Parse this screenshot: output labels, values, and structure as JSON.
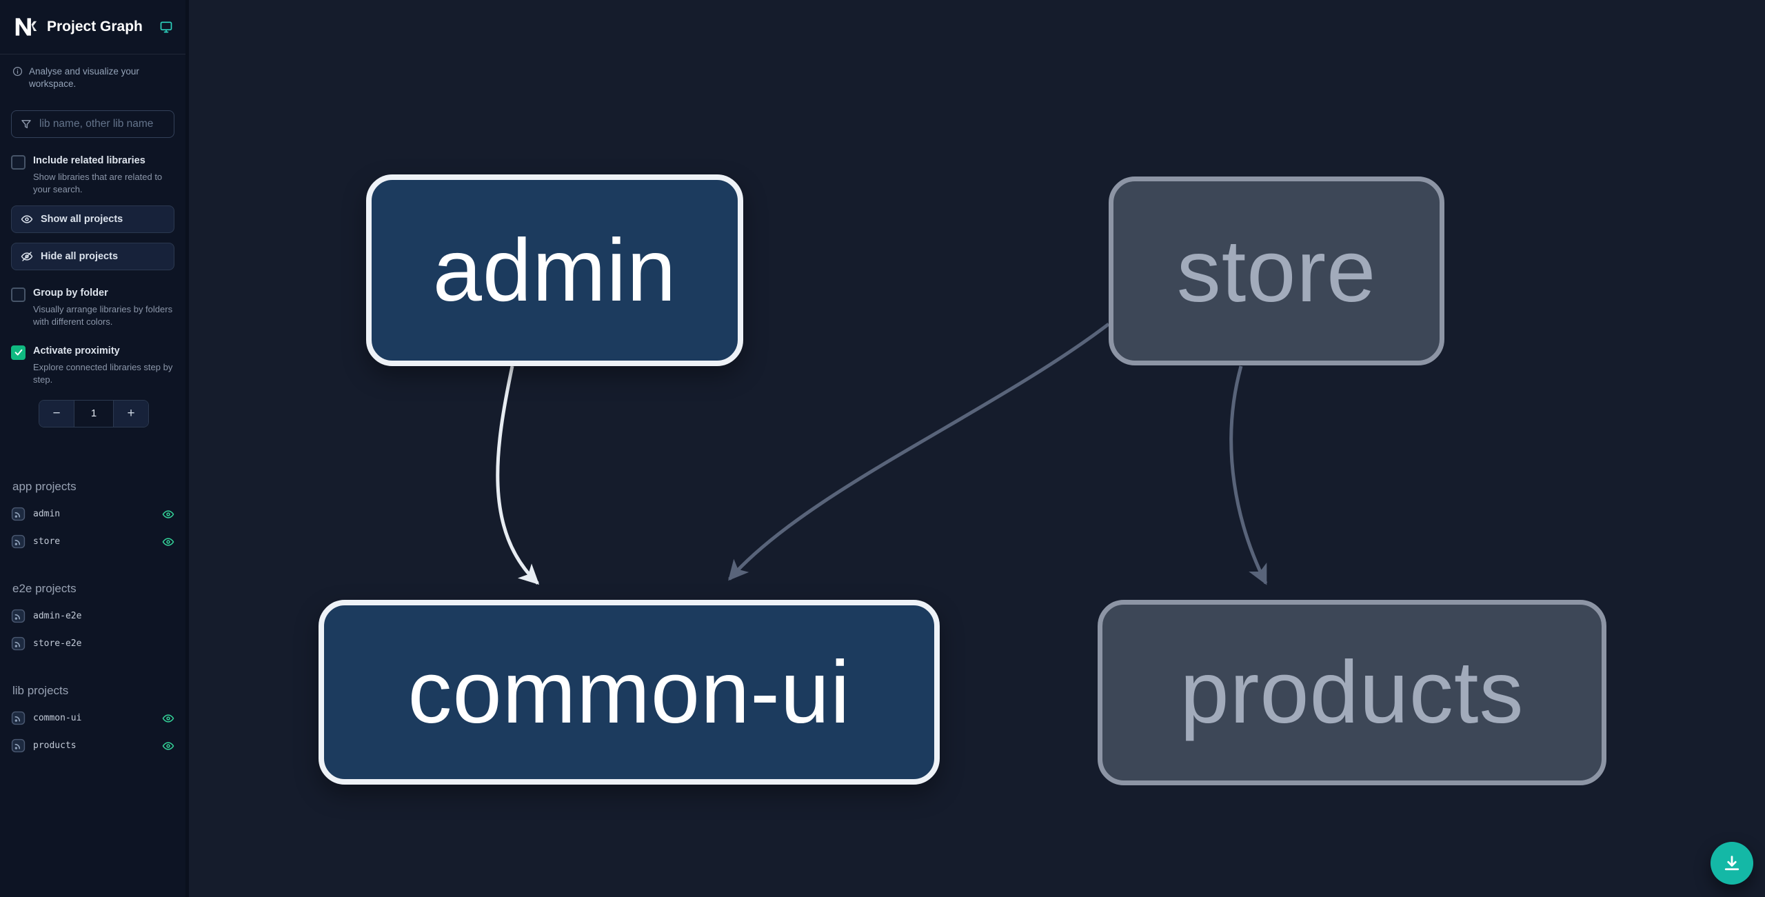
{
  "app": {
    "title": "Project Graph",
    "tagline": "Analyse and visualize your workspace."
  },
  "search": {
    "placeholder": "lib name, other lib name"
  },
  "filters": {
    "include_related": {
      "label": "Include related libraries",
      "description": "Show libraries that are related to your search.",
      "checked": false
    },
    "show_all_label": "Show all projects",
    "hide_all_label": "Hide all projects",
    "group_by_folder": {
      "label": "Group by folder",
      "description": "Visually arrange libraries by folders with different colors.",
      "checked": false
    },
    "proximity": {
      "label": "Activate proximity",
      "description": "Explore connected libraries step by step.",
      "checked": true,
      "value": "1",
      "decrement": "−",
      "increment": "+"
    }
  },
  "projects": {
    "sections": [
      {
        "title": "app projects",
        "items": [
          {
            "name": "admin",
            "visible": true
          },
          {
            "name": "store",
            "visible": true
          }
        ]
      },
      {
        "title": "e2e projects",
        "items": [
          {
            "name": "admin-e2e",
            "visible": false
          },
          {
            "name": "store-e2e",
            "visible": false
          }
        ]
      },
      {
        "title": "lib projects",
        "items": [
          {
            "name": "common-ui",
            "visible": true
          },
          {
            "name": "products",
            "visible": true
          }
        ]
      }
    ]
  },
  "graph": {
    "nodes": [
      {
        "id": "admin",
        "label": "admin",
        "state": "focused"
      },
      {
        "id": "store",
        "label": "store",
        "state": "muted"
      },
      {
        "id": "common-ui",
        "label": "common-ui",
        "state": "focused"
      },
      {
        "id": "products",
        "label": "products",
        "state": "muted"
      }
    ],
    "edges": [
      {
        "from": "admin",
        "to": "common-ui",
        "emphasis": "strong"
      },
      {
        "from": "store",
        "to": "common-ui",
        "emphasis": "muted"
      },
      {
        "from": "store",
        "to": "products",
        "emphasis": "muted"
      }
    ]
  },
  "colors": {
    "sidebar_bg": "#0d1424",
    "canvas_bg": "#151c2c",
    "accent_teal": "#2dd4bf",
    "eye_green": "#34d399",
    "checkbox_checked": "#10b981",
    "fab_teal": "#14b8a6",
    "node_focused_fill": "#1c3b5e",
    "node_focused_border": "#eef2f7",
    "node_muted_fill": "#3d4757",
    "node_muted_border": "#8d95a5",
    "edge_strong": "#e8edf3",
    "edge_muted": "#59647a"
  }
}
